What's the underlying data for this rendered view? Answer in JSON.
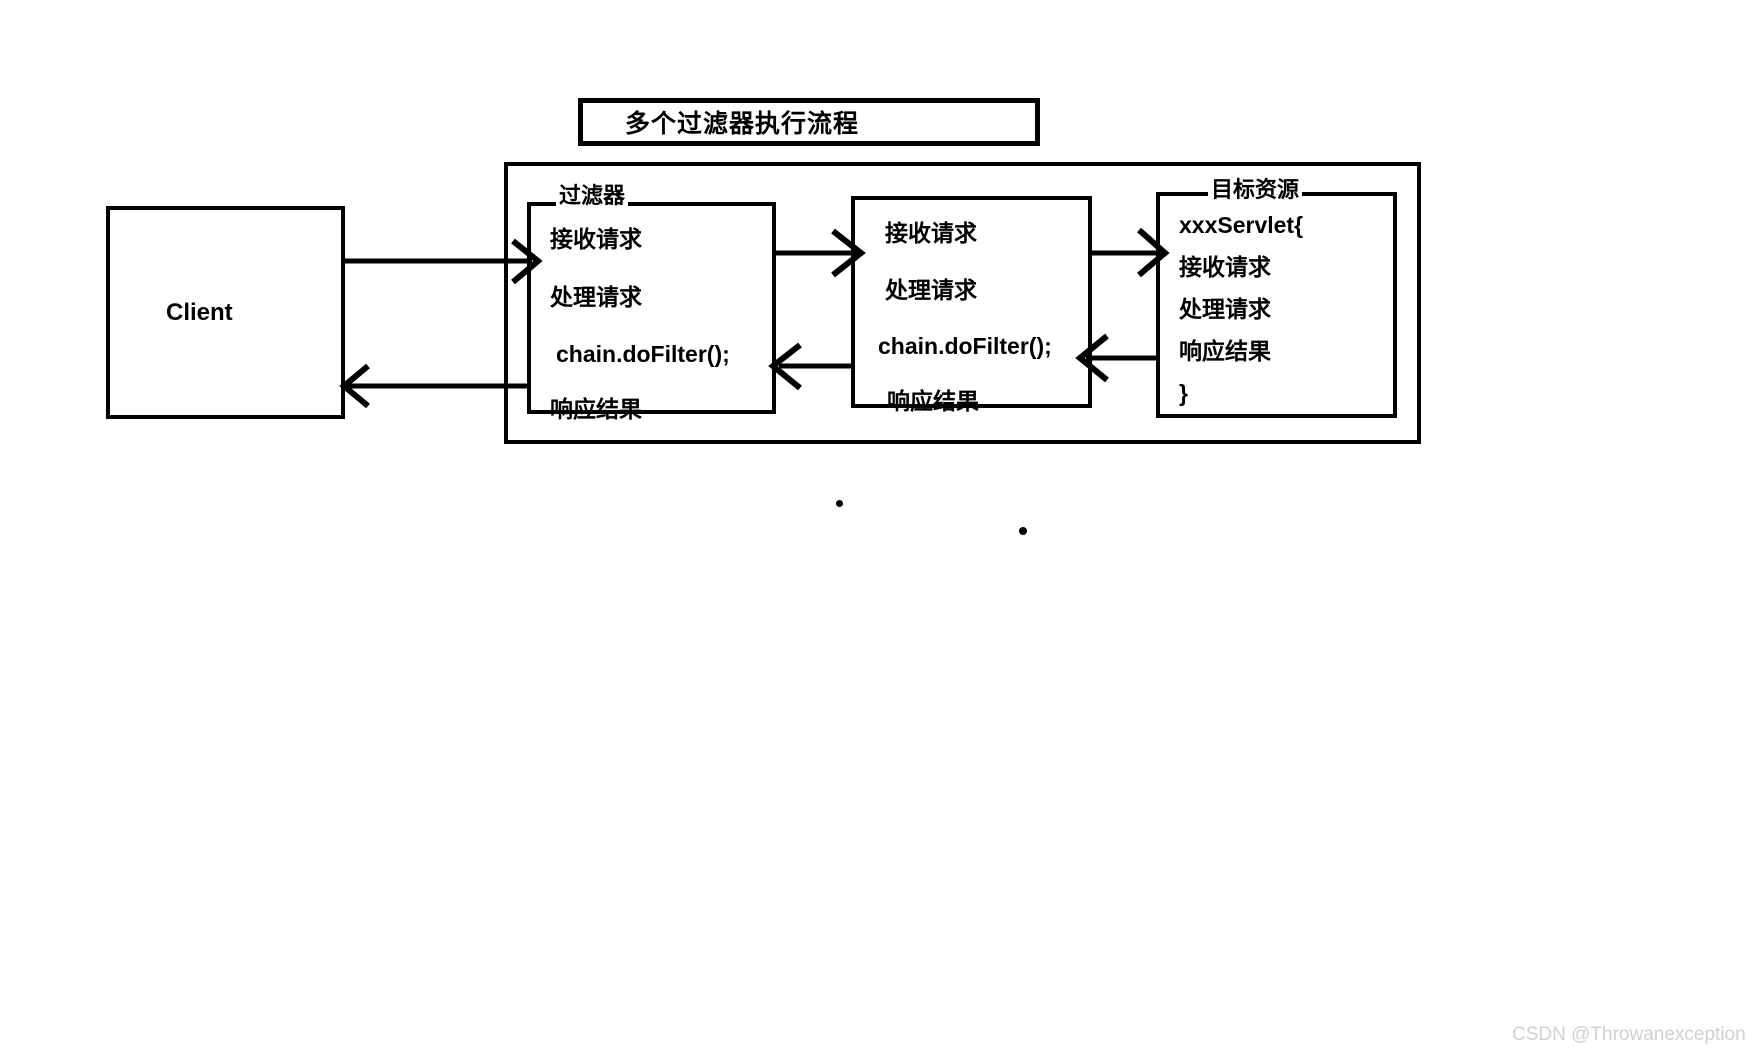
{
  "diagram": {
    "title": "多个过滤器执行流程",
    "watermark": "CSDN @Throwanexception",
    "client": {
      "label": "Client"
    },
    "group_labels": {
      "filter": "过滤器",
      "target": "目标资源"
    },
    "boxes": [
      {
        "name": "filter-1",
        "lines": [
          "接收请求",
          "处理请求",
          "chain.doFilter();",
          "响应结果"
        ]
      },
      {
        "name": "filter-2",
        "lines": [
          "接收请求",
          "处理请求",
          "chain.doFilter();",
          "响应结果"
        ]
      },
      {
        "name": "target-resource",
        "lines": [
          "xxxServlet{",
          "接收请求",
          "处理请求",
          "响应结果",
          "}"
        ]
      }
    ],
    "colors": {
      "stroke": "#000000",
      "background": "#ffffff",
      "watermark": "#d0d0d0"
    }
  }
}
